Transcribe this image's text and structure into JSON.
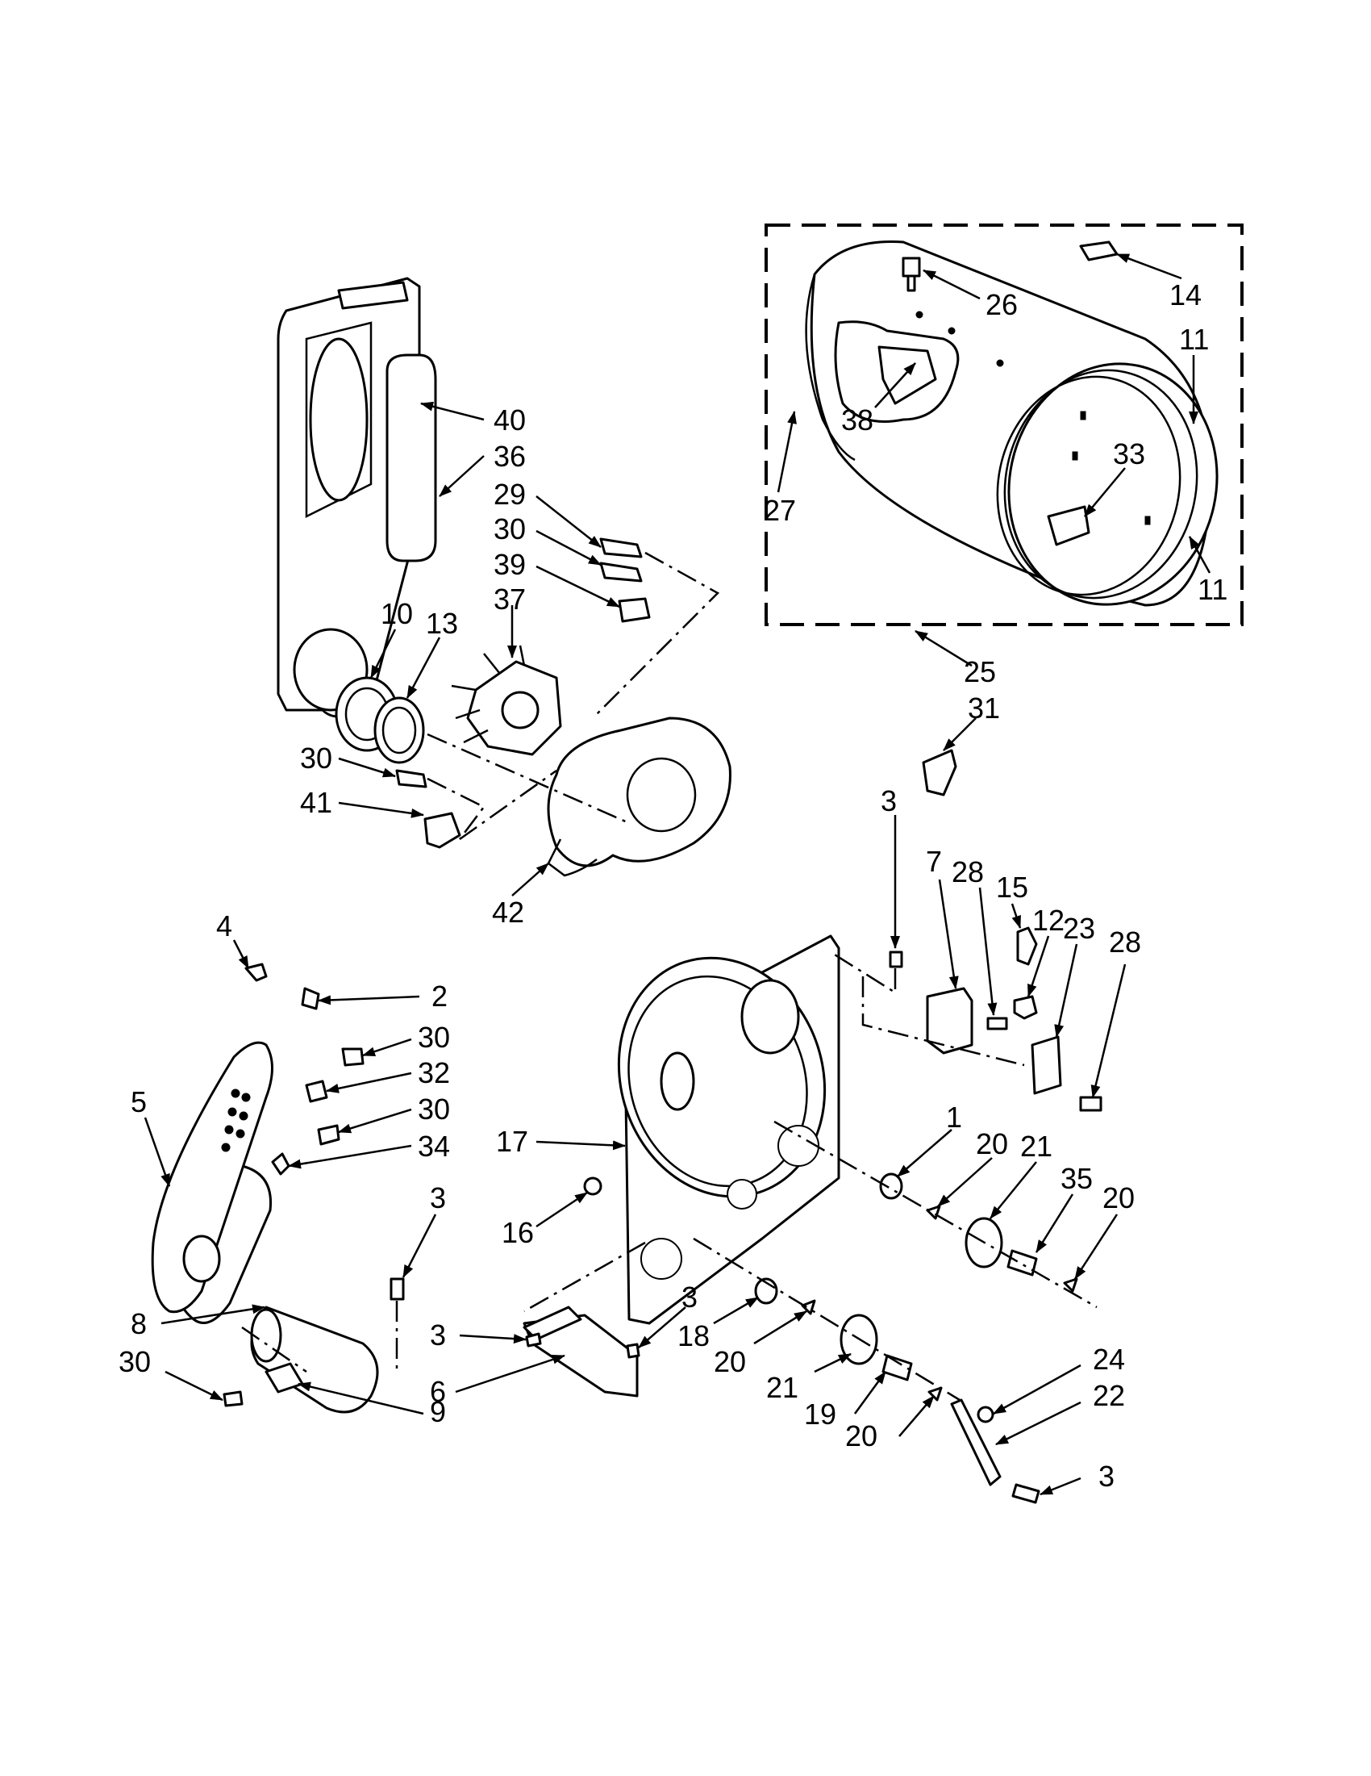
{
  "callouts": [
    {
      "id": "c40",
      "text": "40"
    },
    {
      "id": "c36",
      "text": "36"
    },
    {
      "id": "c29",
      "text": "29"
    },
    {
      "id": "c30a",
      "text": "30"
    },
    {
      "id": "c39",
      "text": "39"
    },
    {
      "id": "c37",
      "text": "37"
    },
    {
      "id": "c10",
      "text": "10"
    },
    {
      "id": "c13",
      "text": "13"
    },
    {
      "id": "c30b",
      "text": "30"
    },
    {
      "id": "c41",
      "text": "41"
    },
    {
      "id": "c42",
      "text": "42"
    },
    {
      "id": "c26",
      "text": "26"
    },
    {
      "id": "c14",
      "text": "14"
    },
    {
      "id": "c11a",
      "text": "11"
    },
    {
      "id": "c38",
      "text": "38"
    },
    {
      "id": "c33",
      "text": "33"
    },
    {
      "id": "c27",
      "text": "27"
    },
    {
      "id": "c11b",
      "text": "11"
    },
    {
      "id": "c25",
      "text": "25"
    },
    {
      "id": "c31",
      "text": "31"
    },
    {
      "id": "c3a",
      "text": "3"
    },
    {
      "id": "c7",
      "text": "7"
    },
    {
      "id": "c28a",
      "text": "28"
    },
    {
      "id": "c15",
      "text": "15"
    },
    {
      "id": "c12",
      "text": "12"
    },
    {
      "id": "c23",
      "text": "23"
    },
    {
      "id": "c28b",
      "text": "28"
    },
    {
      "id": "c4",
      "text": "4"
    },
    {
      "id": "c2",
      "text": "2"
    },
    {
      "id": "c30c",
      "text": "30"
    },
    {
      "id": "c32",
      "text": "32"
    },
    {
      "id": "c30d",
      "text": "30"
    },
    {
      "id": "c5",
      "text": "5"
    },
    {
      "id": "c34",
      "text": "34"
    },
    {
      "id": "c3b",
      "text": "3"
    },
    {
      "id": "c17",
      "text": "17"
    },
    {
      "id": "c1",
      "text": "1"
    },
    {
      "id": "c20a",
      "text": "20"
    },
    {
      "id": "c21a",
      "text": "21"
    },
    {
      "id": "c35",
      "text": "35"
    },
    {
      "id": "c20b",
      "text": "20"
    },
    {
      "id": "c16",
      "text": "16"
    },
    {
      "id": "c8",
      "text": "8"
    },
    {
      "id": "c3c",
      "text": "3"
    },
    {
      "id": "c3d",
      "text": "3"
    },
    {
      "id": "c18",
      "text": "18"
    },
    {
      "id": "c30e",
      "text": "30"
    },
    {
      "id": "c6",
      "text": "6"
    },
    {
      "id": "c20c",
      "text": "20"
    },
    {
      "id": "c21b",
      "text": "21"
    },
    {
      "id": "c24",
      "text": "24"
    },
    {
      "id": "c9",
      "text": "9"
    },
    {
      "id": "c19",
      "text": "19"
    },
    {
      "id": "c22",
      "text": "22"
    },
    {
      "id": "c20d",
      "text": "20"
    },
    {
      "id": "c3e",
      "text": "3"
    }
  ]
}
